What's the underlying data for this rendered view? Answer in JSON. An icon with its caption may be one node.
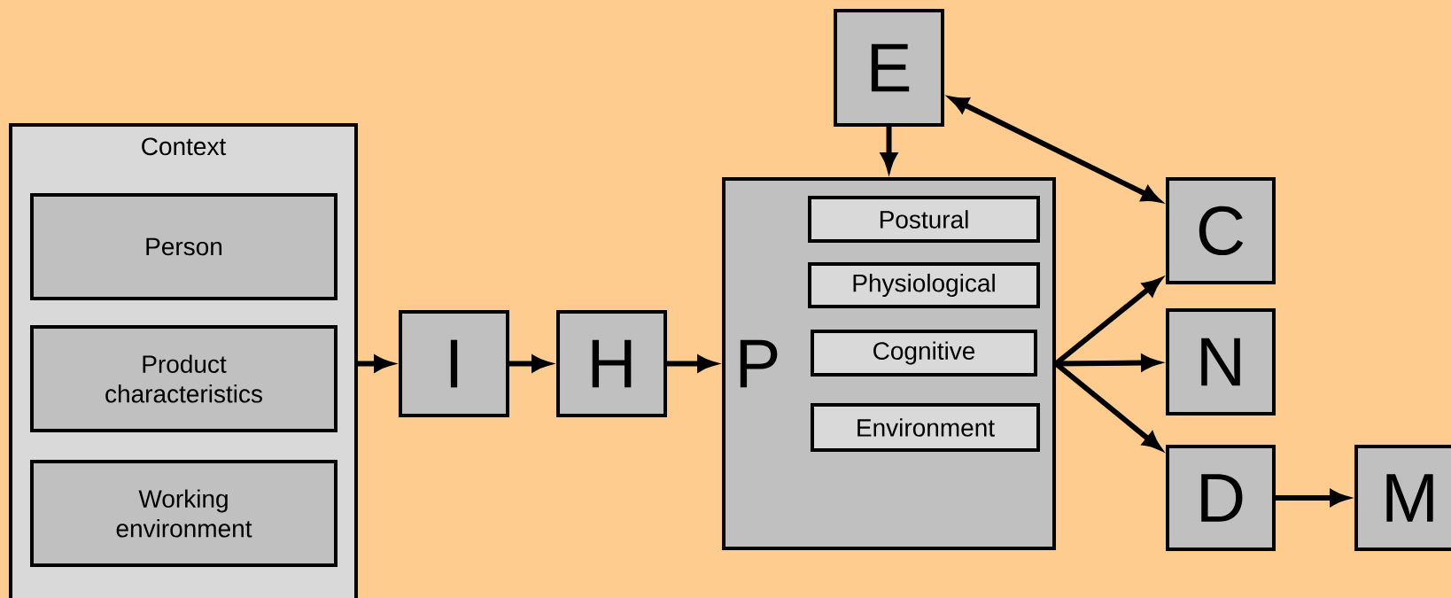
{
  "diagram": {
    "nodes": [
      {
        "text": [
          "Context"
        ]
      },
      {
        "text": [
          "Person"
        ],
        "in": 0
      },
      {
        "text": [
          "Product characteristics"
        ],
        "in": 0
      },
      {
        "text": [
          "Working environment"
        ],
        "in": 0
      },
      {
        "text": [
          "I"
        ]
      },
      {
        "text": [
          "H"
        ]
      },
      {
        "text": [
          "E"
        ]
      },
      {
        "text": [
          "P"
        ]
      },
      {
        "text": [
          "Postural"
        ],
        "in": 7
      },
      {
        "text": [
          "Physiological"
        ],
        "in": 7
      },
      {
        "text": [
          "Cognitive"
        ],
        "in": 7
      },
      {
        "text": [
          "Environment"
        ],
        "in": 7
      },
      {
        "text": [
          "C"
        ]
      },
      {
        "text": [
          "N"
        ]
      },
      {
        "text": [
          "D"
        ]
      },
      {
        "text": [
          "M"
        ]
      }
    ],
    "edges": [
      {
        "from": 0,
        "to": 4,
        "arrow": "to"
      },
      {
        "from": 4,
        "to": 5,
        "arrow": "to"
      },
      {
        "from": 5,
        "to": 7,
        "arrow": "to"
      },
      {
        "from": 6,
        "to": 7,
        "arrow": "to"
      },
      {
        "from": 6,
        "to": 12,
        "arrow": "both"
      },
      {
        "from": 7,
        "to": 12,
        "arrow": "to"
      },
      {
        "from": 7,
        "to": 13,
        "arrow": "to"
      },
      {
        "from": 7,
        "to": 14,
        "arrow": "to"
      },
      {
        "from": 14,
        "to": 15,
        "arrow": "to"
      }
    ]
  }
}
